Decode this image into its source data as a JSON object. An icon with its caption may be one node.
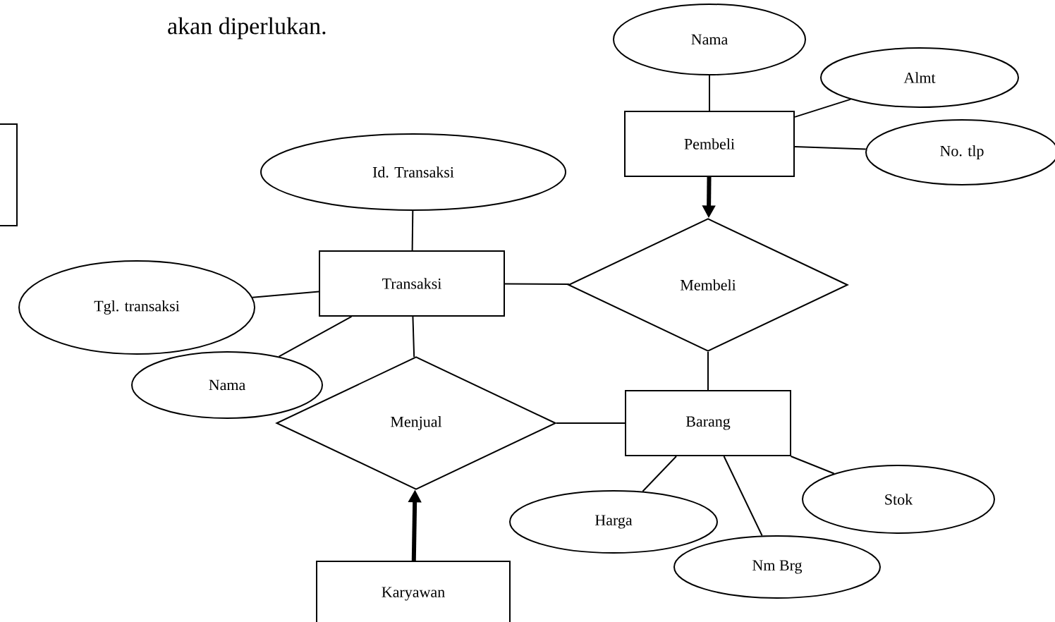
{
  "diagram": {
    "nodes": [
      {
        "text": [
          "Nama"
        ]
      },
      {
        "text": [
          "Almt"
        ]
      },
      {
        "text": [
          "Pembeli"
        ]
      },
      {
        "text": [
          "No. tlp"
        ]
      },
      {
        "text": [
          "Id. Transaksi"
        ]
      },
      {
        "text": [
          "Transaksi"
        ]
      },
      {
        "text": [
          "Membeli"
        ]
      },
      {
        "text": [
          "Tgl. transaksi"
        ]
      },
      {
        "text": [
          "Nama"
        ]
      },
      {
        "text": [
          "Menjual"
        ]
      },
      {
        "text": [
          "Barang"
        ]
      },
      {
        "text": [
          "Harga"
        ]
      },
      {
        "text": [
          "Stok"
        ]
      },
      {
        "text": [
          "Nm Brg"
        ]
      },
      {
        "text": [
          "Karyawan"
        ]
      },
      {
        "text": [],
        "shape": "box"
      }
    ],
    "edges": [
      {
        "from": 2,
        "to": 0,
        "arrow": "none"
      },
      {
        "from": 2,
        "to": 1,
        "arrow": "none"
      },
      {
        "from": 2,
        "to": 3,
        "arrow": "none"
      },
      {
        "from": 2,
        "to": 6,
        "arrow": "to",
        "style": "thick"
      },
      {
        "from": 5,
        "to": 4,
        "arrow": "none"
      },
      {
        "from": 5,
        "to": 6,
        "arrow": "none"
      },
      {
        "from": 5,
        "to": 7,
        "arrow": "none"
      },
      {
        "from": 5,
        "to": 8,
        "arrow": "none"
      },
      {
        "from": 5,
        "to": 9,
        "arrow": "none"
      },
      {
        "from": 6,
        "to": 10,
        "arrow": "none"
      },
      {
        "from": 9,
        "to": 10,
        "arrow": "none"
      },
      {
        "from": 14,
        "to": 9,
        "arrow": "to",
        "style": "thick"
      },
      {
        "from": 10,
        "to": 11,
        "arrow": "none"
      },
      {
        "from": 10,
        "to": 13,
        "arrow": "none"
      },
      {
        "from": 10,
        "to": 12,
        "arrow": "none"
      }
    ],
    "labels": [
      "akan diperlukan."
    ]
  }
}
